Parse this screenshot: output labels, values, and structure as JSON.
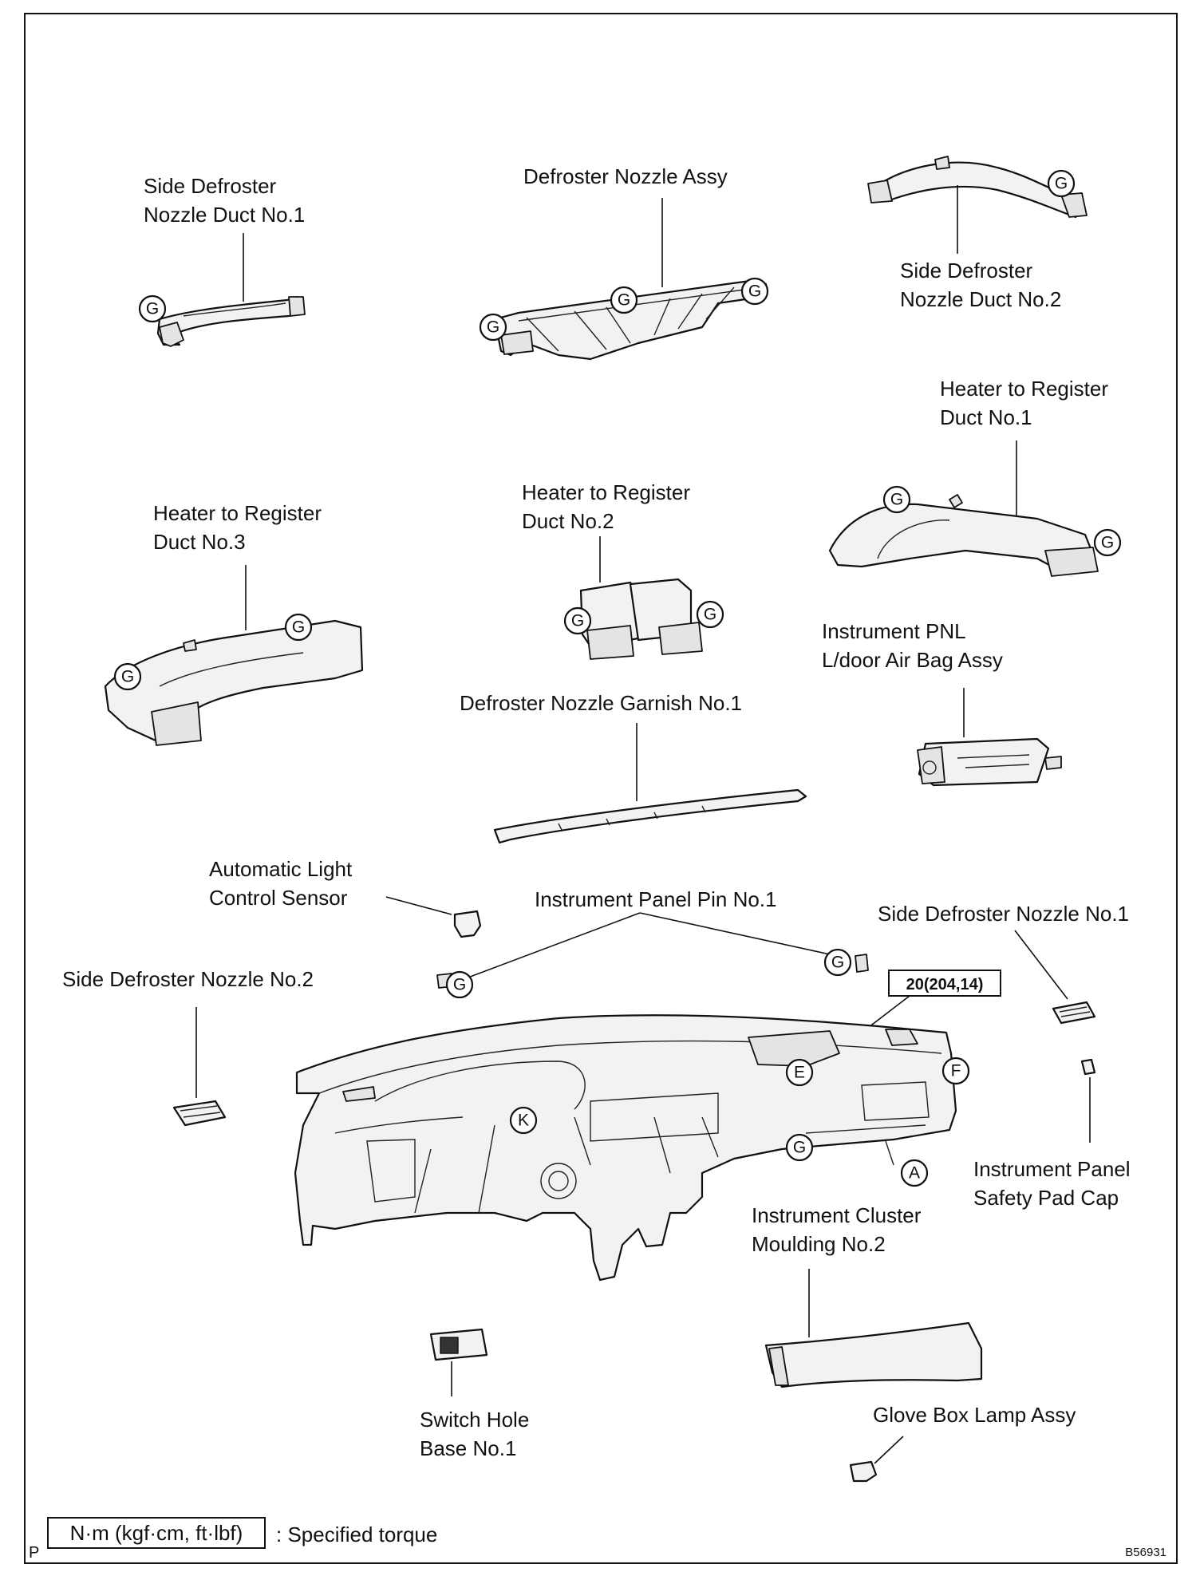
{
  "labels": {
    "side_defroster_duct_1": [
      "Side Defroster",
      "Nozzle Duct No.1"
    ],
    "defroster_nozzle_assy": "Defroster Nozzle Assy",
    "side_defroster_duct_2": [
      "Side Defroster",
      "Nozzle Duct No.2"
    ],
    "heater_register_duct_1": [
      "Heater to Register",
      "Duct No.1"
    ],
    "heater_register_duct_2": [
      "Heater to Register",
      "Duct No.2"
    ],
    "heater_register_duct_3": [
      "Heater to Register",
      "Duct No.3"
    ],
    "instrument_pnl_airbag": [
      "Instrument PNL",
      "L/door Air Bag Assy"
    ],
    "defroster_garnish": "Defroster Nozzle Garnish No.1",
    "auto_light_sensor": [
      "Automatic Light",
      "Control Sensor"
    ],
    "instrument_panel_pin": "Instrument Panel Pin No.1",
    "side_defroster_nozzle_1": "Side Defroster Nozzle  No.1",
    "side_defroster_nozzle_2": "Side Defroster Nozzle  No.2",
    "torque_value": "20(204,14)",
    "safety_pad_cap": [
      "Instrument Panel",
      "Safety Pad Cap"
    ],
    "cluster_moulding": [
      "Instrument Cluster",
      "Moulding No.2"
    ],
    "switch_hole_base": [
      "Switch Hole",
      "Base No.1"
    ],
    "glove_box_lamp": "Glove Box Lamp Assy"
  },
  "markers": {
    "G": "G",
    "K": "K",
    "E": "E",
    "F": "F",
    "A": "A"
  },
  "legend": {
    "unit_box": "N·m (kgf·cm, ft·lbf)",
    "unit_desc": ": Specified torque",
    "corner_letter": "P"
  },
  "figure_id": "B56931"
}
